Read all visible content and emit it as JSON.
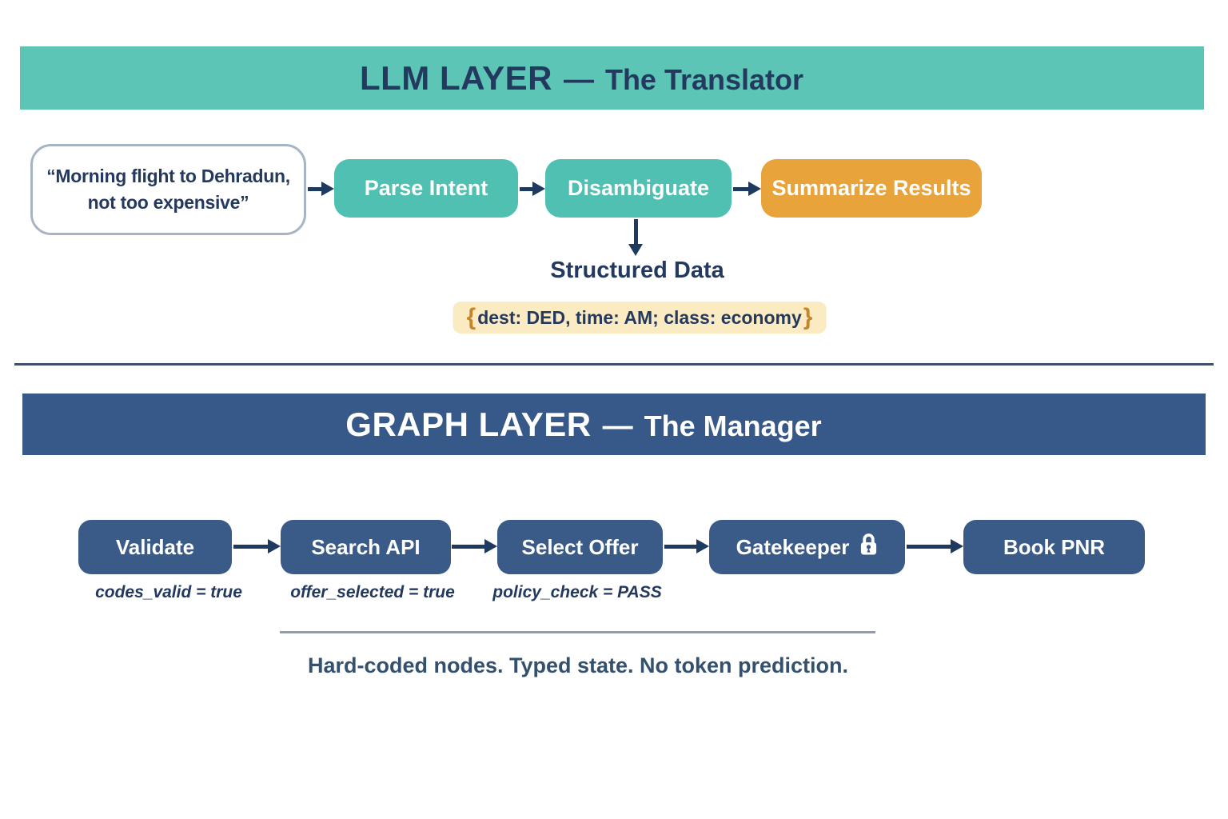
{
  "llm_layer": {
    "banner": {
      "strong": "LLM LAYER",
      "separator": "—",
      "subtitle": "The Translator"
    },
    "quote": {
      "line1": "“Morning flight to Dehradun,",
      "line2": "not too expensive”"
    },
    "nodes": [
      {
        "label": "Parse Intent",
        "color": "#4FC0B1"
      },
      {
        "label": "Disambiguate",
        "color": "#4FC0B1"
      },
      {
        "label": "Summarize Results",
        "color": "#E8A33B"
      }
    ],
    "structured_data_label": "Structured Data",
    "structured_output": {
      "open_brace": "{",
      "content": "dest: DED, time: AM; class: economy",
      "close_brace": "}"
    }
  },
  "graph_layer": {
    "banner": {
      "strong": "GRAPH LAYER",
      "separator": "—",
      "subtitle": "The Manager"
    },
    "nodes": [
      {
        "label": "Validate",
        "state": "codes_valid = true"
      },
      {
        "label": "Search API",
        "state": "offer_selected = true"
      },
      {
        "label": "Select Offer",
        "state": "policy_check = PASS"
      },
      {
        "label": "Gatekeeper",
        "icon": "lock-icon"
      },
      {
        "label": "Book PNR"
      }
    ],
    "caption": "Hard-coded nodes. Typed state. No token prediction."
  },
  "colors": {
    "teal_banner": "#5CC5B6",
    "teal_node": "#4FC0B1",
    "orange_node": "#E8A33B",
    "blue_banner": "#37598A",
    "blue_node": "#3A5B88",
    "navy_text": "#24395E",
    "arrow": "#1E3A5F",
    "pill_background": "#FBEBC2",
    "brace_orange": "#C5862B",
    "divider_dark": "#3F516D",
    "divider_gray": "#8D9DAE",
    "quote_border": "#A7B4C4"
  }
}
